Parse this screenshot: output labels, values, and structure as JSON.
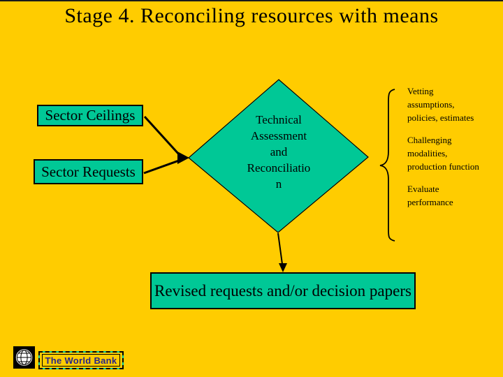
{
  "slide": {
    "title": "Stage 4. Reconciling resources with means"
  },
  "colors": {
    "background": "#FFCC00",
    "shape_fill": "#00C896",
    "text": "#000000",
    "logo_text": "#26268C"
  },
  "flowchart": {
    "input_boxes": [
      {
        "label": "Sector Ceilings"
      },
      {
        "label": "Sector Requests"
      }
    ],
    "diamond": {
      "lines": [
        "Technical",
        "Assessment",
        "and",
        "Reconciliatio",
        "n"
      ]
    },
    "output_box": {
      "label": "Revised requests and/or decision papers"
    }
  },
  "brace_items": [
    "Vetting assumptions, policies, estimates",
    "Challenging modalities, production function",
    "Evaluate performance"
  ],
  "footer": {
    "logo_text": "The World Bank"
  }
}
